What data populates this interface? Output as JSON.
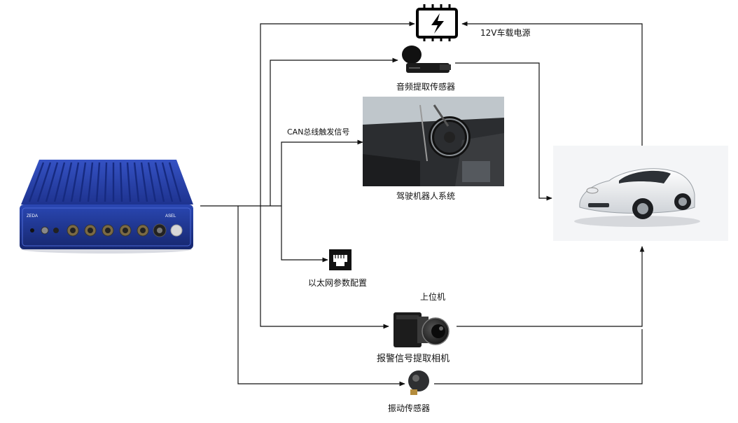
{
  "labels": {
    "power": "12V车载电源",
    "audio": "音频提取传感器",
    "can": "CAN总线触发信号",
    "robot": "驾驶机器人系统",
    "ethernet": "以太网参数配置",
    "host": "上位机",
    "camera": "报警信号提取相机",
    "vibration": "振动传感器"
  },
  "device": {
    "brand": "ZEDA",
    "model": "ASEL"
  },
  "colors": {
    "line": "#111111",
    "device_blue": "#2540a6",
    "device_dark": "#1a2c7a"
  }
}
